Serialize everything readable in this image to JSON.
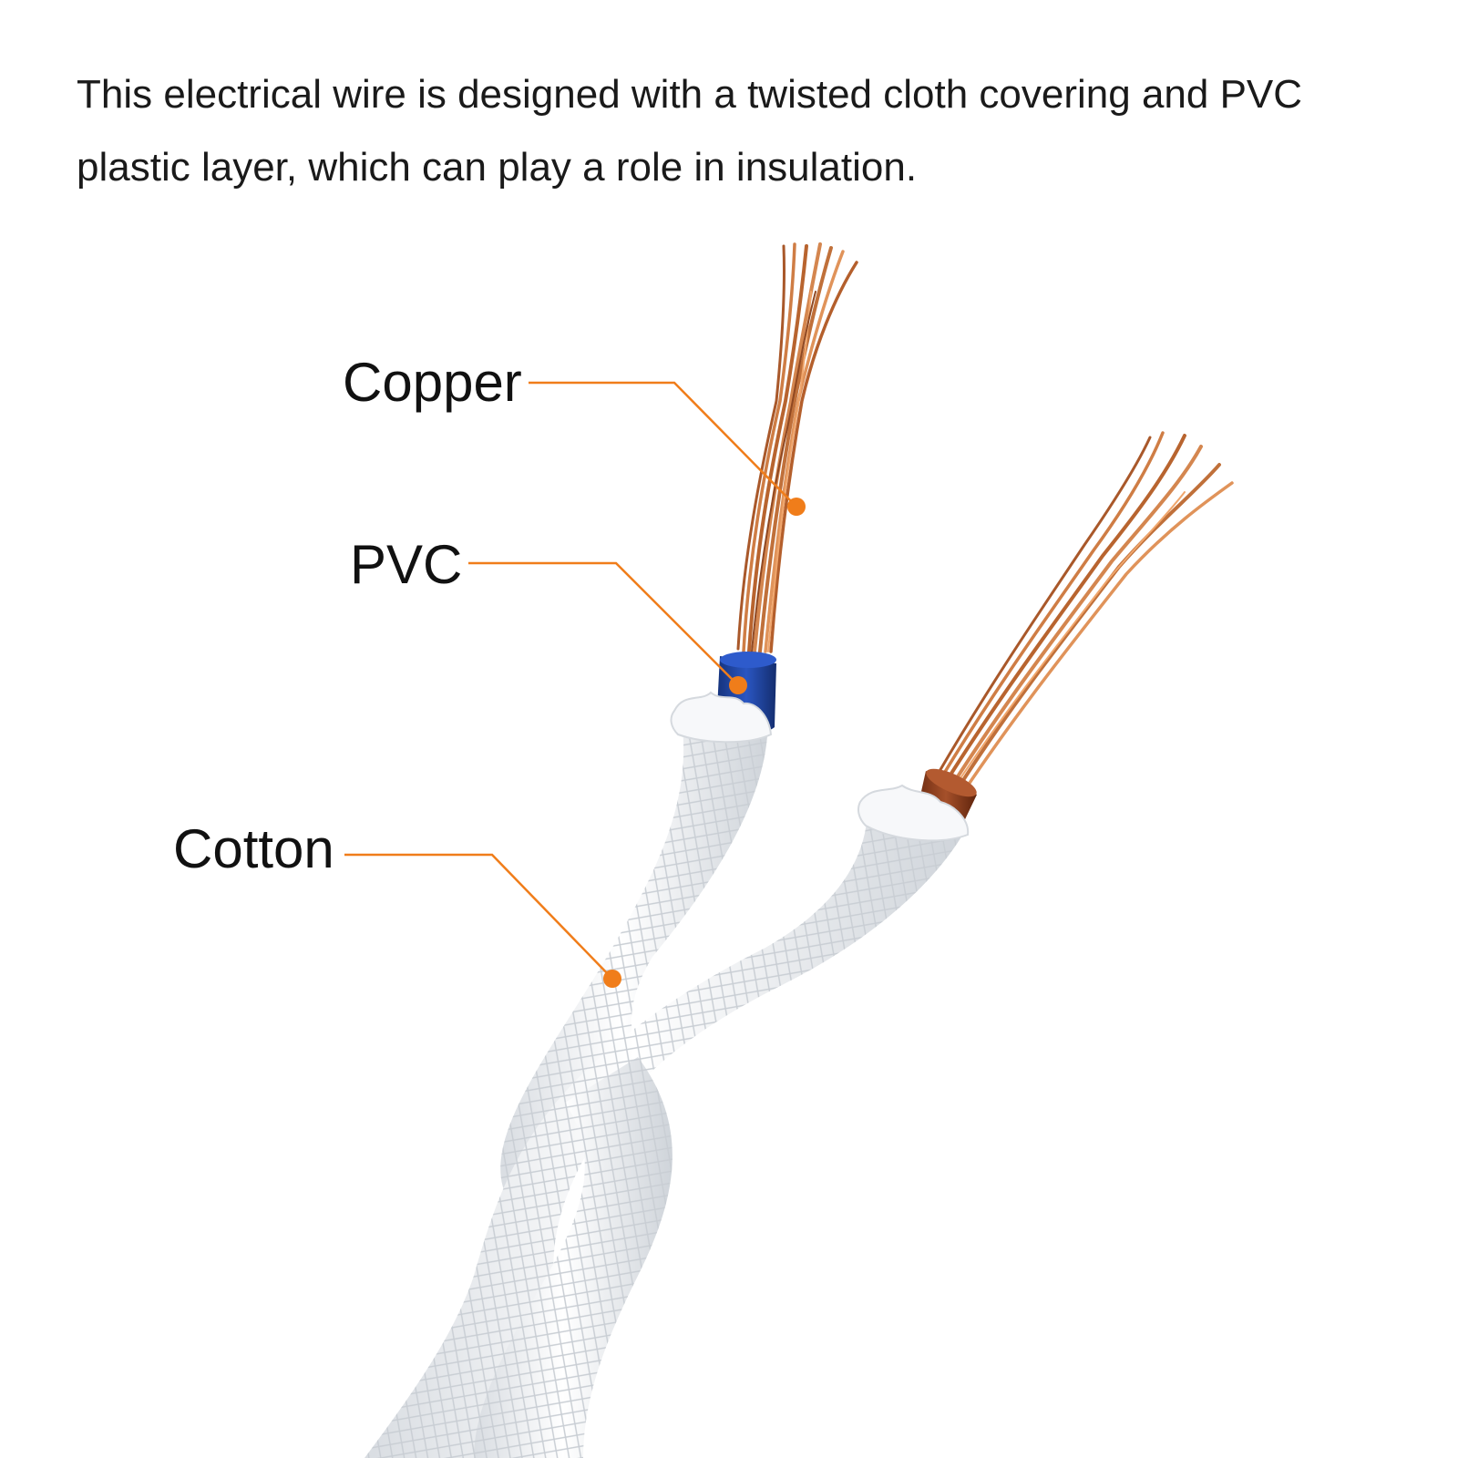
{
  "description_text": "This electrical wire is designed with a twisted cloth covering and PVC plastic layer, which can play a role in insulation.",
  "labels": {
    "copper": "Copper",
    "pvc": "PVC",
    "cotton": "Cotton"
  },
  "colors": {
    "leader_line": "#f07d1a",
    "copper": "#c8733e",
    "pvc_blue": "#1f46a6",
    "pvc_brown": "#8a3a1a",
    "cotton": "#f2f4f6",
    "text": "#111111"
  }
}
